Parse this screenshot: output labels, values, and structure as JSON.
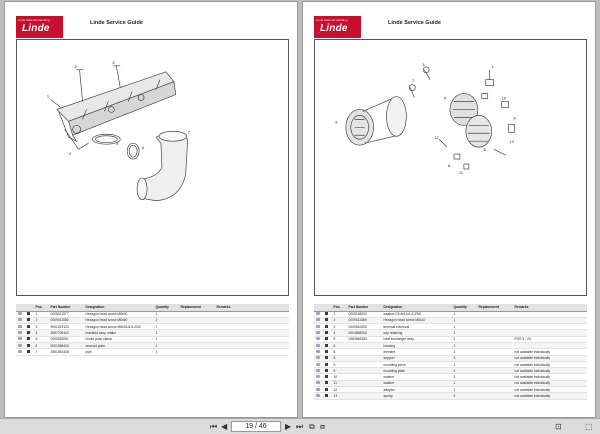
{
  "brand": {
    "tagline": "Linde Material Handling",
    "logo": "Linde"
  },
  "left_page": {
    "title": "Linde Service Guide",
    "headers": [
      "",
      "",
      "Pos.",
      "Part Number",
      "Designation",
      "Quantity",
      "Replacement",
      "Remarks"
    ],
    "rows": [
      [
        "1",
        "0009011577",
        "Hexagon head screw M8x30",
        "1",
        "",
        ""
      ],
      [
        "2",
        "0009011580",
        "Hexagon head screw M8x60",
        "2",
        "",
        ""
      ],
      [
        "3",
        "9001019103",
        "Hexagon head screw M8x25-8.8-ZNS",
        "7",
        "",
        ""
      ],
      [
        "4",
        "3057706102",
        "manifold assy. intake",
        "1",
        "",
        ""
      ],
      [
        "5",
        "0009253061",
        "choke pack clamp",
        "1",
        "",
        ""
      ],
      [
        "6",
        "0001958402",
        "seal set plate",
        "1",
        "",
        ""
      ],
      [
        "7",
        "3551552408",
        "pipe",
        "1",
        "",
        ""
      ]
    ]
  },
  "right_page": {
    "title": "Linde Service Guide",
    "headers": [
      "",
      "",
      "Pos.",
      "Part Number",
      "Designation",
      "Quantity",
      "Replacement",
      "Remarks"
    ],
    "rows": [
      [
        "1",
        "0009158000",
        "washer-C6.4x11x1.6-ZNS",
        "1",
        "",
        ""
      ],
      [
        "2",
        "0009011589",
        "Hexagon head screw M6x10",
        "1",
        "",
        ""
      ],
      [
        "3",
        "0000510000",
        "terminal electrical",
        "1",
        "",
        ""
      ],
      [
        "4",
        "0004898000",
        "cap retaining",
        "1",
        "",
        ""
      ],
      [
        "5",
        "0083946350",
        "heat exchanger assy.",
        "1",
        "",
        "POS 5 - 20"
      ],
      [
        "6",
        "",
        "housing",
        "1",
        "",
        ""
      ],
      [
        "8",
        "",
        "element",
        "2",
        "",
        "not available individually"
      ],
      [
        "8",
        "",
        "support",
        "3",
        "",
        "not available individually"
      ],
      [
        "9",
        "",
        "moulding piece",
        "1",
        "",
        "not available individually"
      ],
      [
        "9",
        "",
        "moulding plate",
        "2",
        "",
        "not available individually"
      ],
      [
        "10",
        "",
        "washer",
        "2",
        "",
        "not available individually"
      ],
      [
        "11",
        "",
        "washer",
        "1",
        "",
        "not available individually"
      ],
      [
        "12",
        "",
        "adaptor",
        "1",
        "",
        "not available individually"
      ],
      [
        "13",
        "",
        "spring",
        "2",
        "",
        "not available individually"
      ]
    ]
  },
  "toolbar": {
    "first": "⏮",
    "prev": "◀",
    "page": "19 / 46",
    "next": "▶",
    "last": "⏭",
    "tool1": "⧉",
    "tool2": "⧈",
    "tool3": "⊡",
    "tool4": "⬚"
  }
}
